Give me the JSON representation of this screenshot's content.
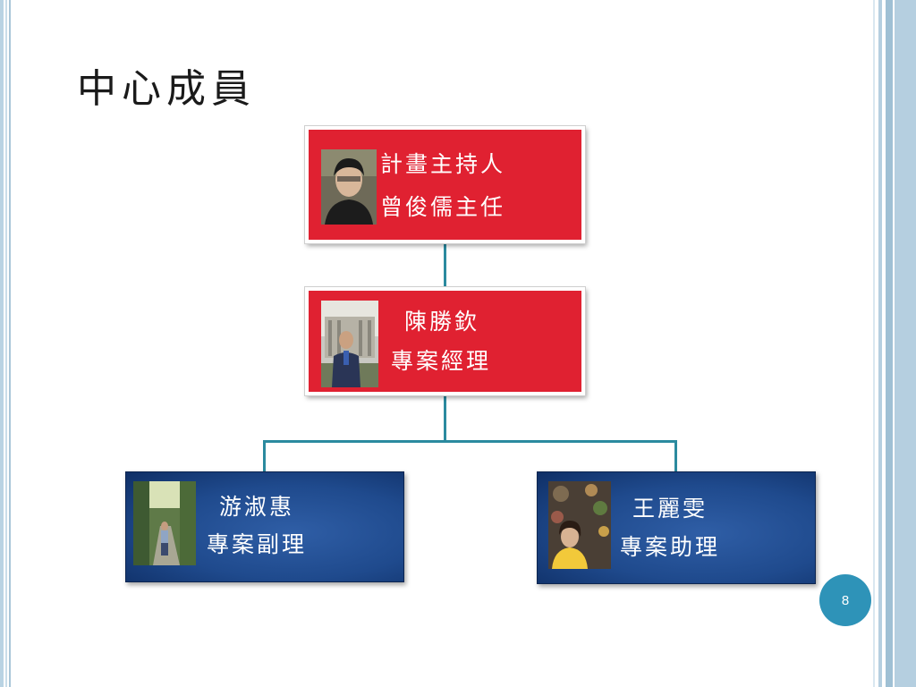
{
  "slide": {
    "title": "中心成員",
    "page_number": "8"
  },
  "members": [
    {
      "role": "計畫主持人",
      "name": "曾俊儒主任"
    },
    {
      "name": "陳勝欽",
      "role": "專案經理"
    },
    {
      "name": "游淑惠",
      "role": "專案副理"
    },
    {
      "name": "王麗雯",
      "role": "專案助理"
    }
  ],
  "colors": {
    "top_box": "#e02131",
    "bottom_box": "#1f4a8d",
    "connector": "#2b8a9f",
    "page_badge": "#2e93b8"
  }
}
